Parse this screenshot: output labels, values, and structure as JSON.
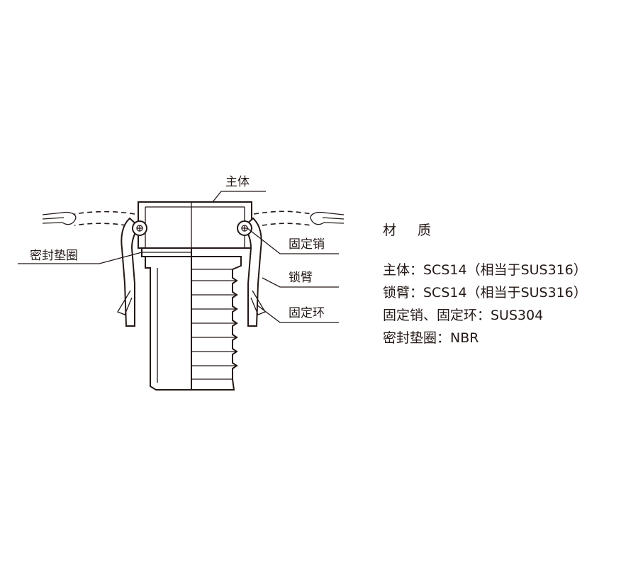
{
  "labels": {
    "body": "主体",
    "gasket": "密封垫圈",
    "pin": "固定销",
    "arm": "锁臂",
    "ring": "固定环"
  },
  "materials": {
    "title": "材 质",
    "rows": [
      "主体：SCS14（相当于SUS316）",
      "锁臂：SCS14（相当于SUS316）",
      "固定销、固定环：SUS304",
      "密封垫圈：NBR"
    ]
  }
}
